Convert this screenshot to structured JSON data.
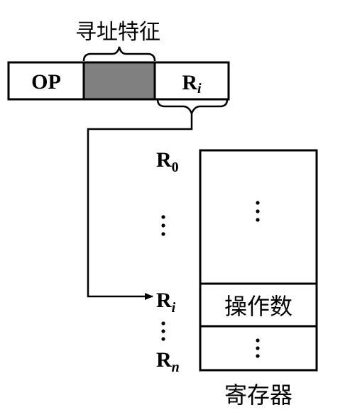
{
  "instruction": {
    "addressing_label": "寻址特征",
    "op_label": "OP",
    "reg_field_main": "R",
    "reg_field_sub": "i"
  },
  "registers": {
    "r0_main": "R",
    "r0_sub": "0",
    "ri_main": "R",
    "ri_sub": "i",
    "rn_main": "R",
    "rn_sub": "n",
    "operand_label": "操作数",
    "caption": "寄存器"
  },
  "colors": {
    "addressing_fill": "#808080",
    "stroke": "#000000"
  }
}
